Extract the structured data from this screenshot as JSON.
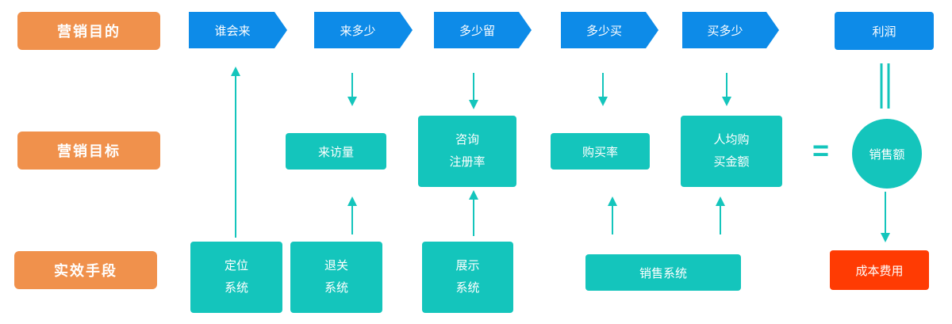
{
  "colors": {
    "orange": "#F0914C",
    "blue": "#0D8BE8",
    "teal": "#14C5BC",
    "red": "#FF3B03",
    "white": "#FFFFFF"
  },
  "rows": {
    "purpose_label": "营销目的",
    "goal_label": "营销目标",
    "means_label": "实效手段"
  },
  "funnel_steps": [
    {
      "label": "谁会来"
    },
    {
      "label": "来多少"
    },
    {
      "label": "多少留"
    },
    {
      "label": "多少买"
    },
    {
      "label": "买多少"
    }
  ],
  "profit_label": "利润",
  "metrics": [
    {
      "label": "来访量"
    },
    {
      "line1": "咨询",
      "line2": "注册率"
    },
    {
      "label": "购买率"
    },
    {
      "line1": "人均购",
      "line2": "买金额"
    }
  ],
  "equals_sign": "=",
  "sales_circle_label": "销售额",
  "systems": [
    {
      "line1": "定位",
      "line2": "系统"
    },
    {
      "line1": "退关",
      "line2": "系统"
    },
    {
      "line1": "展示",
      "line2": "系统"
    },
    {
      "label": "销售系统"
    }
  ],
  "cost_label": "成本费用"
}
